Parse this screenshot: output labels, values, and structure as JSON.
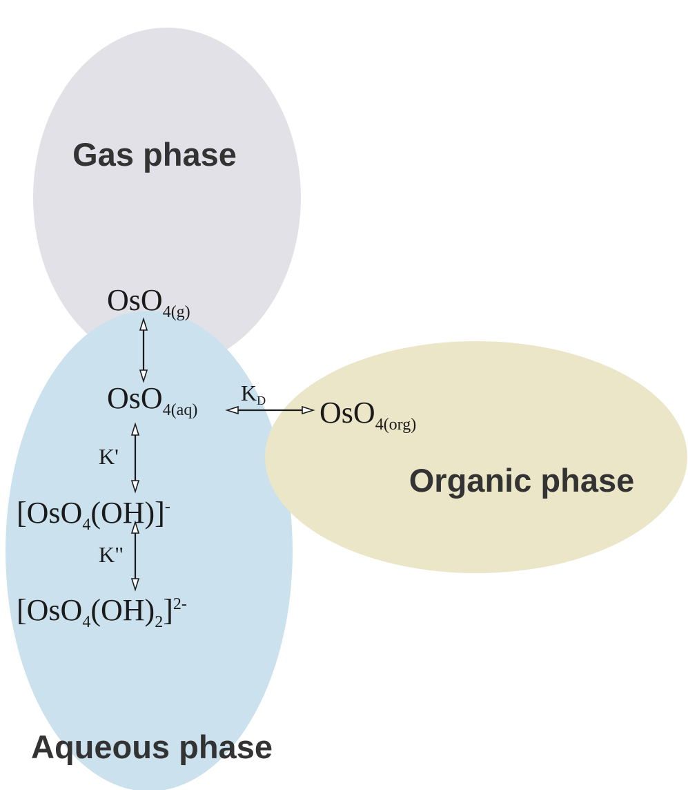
{
  "colors": {
    "gas_phase": "#e2e1e7",
    "aqueous_phase": "#cbe1ee",
    "organic_phase": "#ebe6c8",
    "text": "#1a1a1a",
    "phase_label_text": "#333333"
  },
  "phases": {
    "gas": "Gas phase",
    "aqueous": "Aqueous phase",
    "organic": "Organic phase"
  },
  "species": {
    "gas": {
      "main": "OsO",
      "sub": "4(g)"
    },
    "aqueous": {
      "main": "OsO",
      "sub": "4(aq)"
    },
    "organic": {
      "main": "OsO",
      "sub": "4(org)"
    },
    "hydroxo1": {
      "open": "[OsO",
      "sub": "4",
      "rest": "(OH)]",
      "sup": "-"
    },
    "hydroxo2": {
      "open": "[OsO",
      "sub1": "4",
      "mid": "(OH)",
      "sub2": "2",
      "close": "]",
      "sup": "2-"
    }
  },
  "constants": {
    "kd_main": "K",
    "kd_sub": "D",
    "k1": "K'",
    "k2": "K\""
  }
}
